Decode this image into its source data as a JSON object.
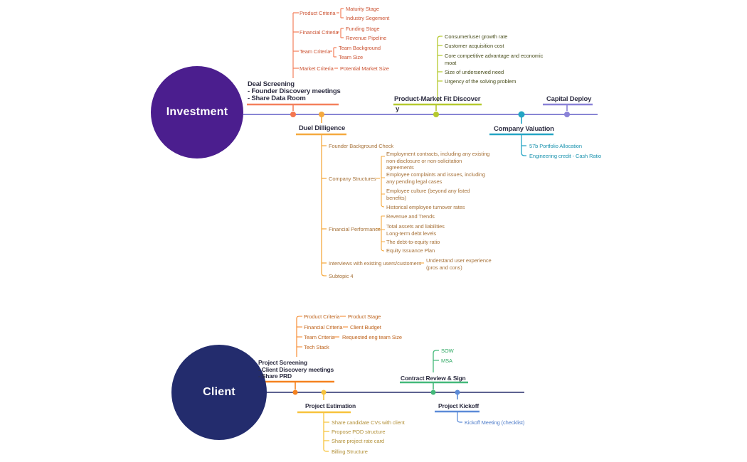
{
  "colors": {
    "investment_root": "#4b1e8e",
    "client_root": "#232c6d",
    "investment_spine": "#8886d4",
    "client_spine": "#5d6290",
    "deal_screening": "#f4805c",
    "duel_dilligence": "#f5a93f",
    "product_market_fit": "#b5c92e",
    "company_valuation": "#24a5c4",
    "capital_deploy": "#8a82d8",
    "project_screening": "#f5821f",
    "project_estimation": "#f7c33c",
    "contract_review": "#44b97a",
    "project_kickoff": "#5c8bd8"
  },
  "investment_map": {
    "root_label": "Investment",
    "deal_screening": {
      "title": "Deal Screening",
      "bullets": [
        "- Founder Discovery meetings",
        "- Share Data Room"
      ],
      "criteria": [
        {
          "label": "Product Criteria",
          "items": [
            "Maturity Stage",
            "Industry Segement"
          ]
        },
        {
          "label": "Financial Criteria",
          "items": [
            "Funding Stage",
            "Revenue Pipeline"
          ]
        },
        {
          "label": "Team Criteria",
          "items": [
            "Team Background",
            "Team Size"
          ]
        },
        {
          "label": "Market Criteria",
          "items": [
            "Potential Market Size"
          ]
        }
      ]
    },
    "duel_dilligence": {
      "title": "Duel Dilligence",
      "founder_check": "Founder Background Check",
      "company_structures": {
        "label": "Company Structures",
        "children": [
          "Employment contracts, including any existing\nnon-disclosure or non-solicitation\nagreements",
          "Employee complaints and issues, including\nany pending legal cases",
          "Employee culture (beyond any listed\nbenefits)",
          "Historical employee turnover rates"
        ]
      },
      "financial_performance": {
        "label": "Financial Performance",
        "children": [
          "Revenue and Trends",
          "Total assets and liabilities\nLong-term debt levels",
          "The debt-to-equity ratio",
          "Equity Issuance Plan"
        ]
      },
      "interviews": {
        "label": "Interviews with existing users/customers",
        "child": "Understand user experience\n(pros and cons)"
      },
      "subtopic": "Subtopic 4"
    },
    "product_market_fit": {
      "title": "Product-Market Fit Discover",
      "title_overflow": "y",
      "items": [
        "Consumer/user growth rate",
        "Customer acquisition cost",
        "Core competitive advantage and economic\nmoat",
        "Size of underserved need",
        "Urgency of the solving problem"
      ]
    },
    "company_valuation": {
      "title": "Company Valuation",
      "items": [
        "57b Portfolio Allocation",
        "Engineering credit - Cash Ratio"
      ]
    },
    "capital_deploy": {
      "title": "Capital Deploy"
    }
  },
  "client_map": {
    "root_label": "Client",
    "project_screening": {
      "title": "Project Screening",
      "bullets": [
        "- Client Discovery meetings",
        "- Share PRD"
      ],
      "criteria": [
        {
          "label": "Product Criteria",
          "items": [
            "Product Stage"
          ]
        },
        {
          "label": "Financial Criteria",
          "items": [
            "Client Budget"
          ]
        },
        {
          "label": "Team Criteria",
          "items": [
            "Requested eng team Size"
          ]
        },
        {
          "label": "Tech Stack",
          "items": []
        }
      ]
    },
    "project_estimation": {
      "title": "Project Estimation",
      "items": [
        "Share candidate CVs with client",
        "Propose POD structure",
        "Share project rate card",
        "Billing Structure"
      ]
    },
    "contract_review": {
      "title": "Contract Review & Sign",
      "items": [
        "SOW",
        "MSA"
      ]
    },
    "project_kickoff": {
      "title": "Project Kickoff",
      "items": [
        "Kickoff Meeting (checklist)"
      ]
    }
  }
}
